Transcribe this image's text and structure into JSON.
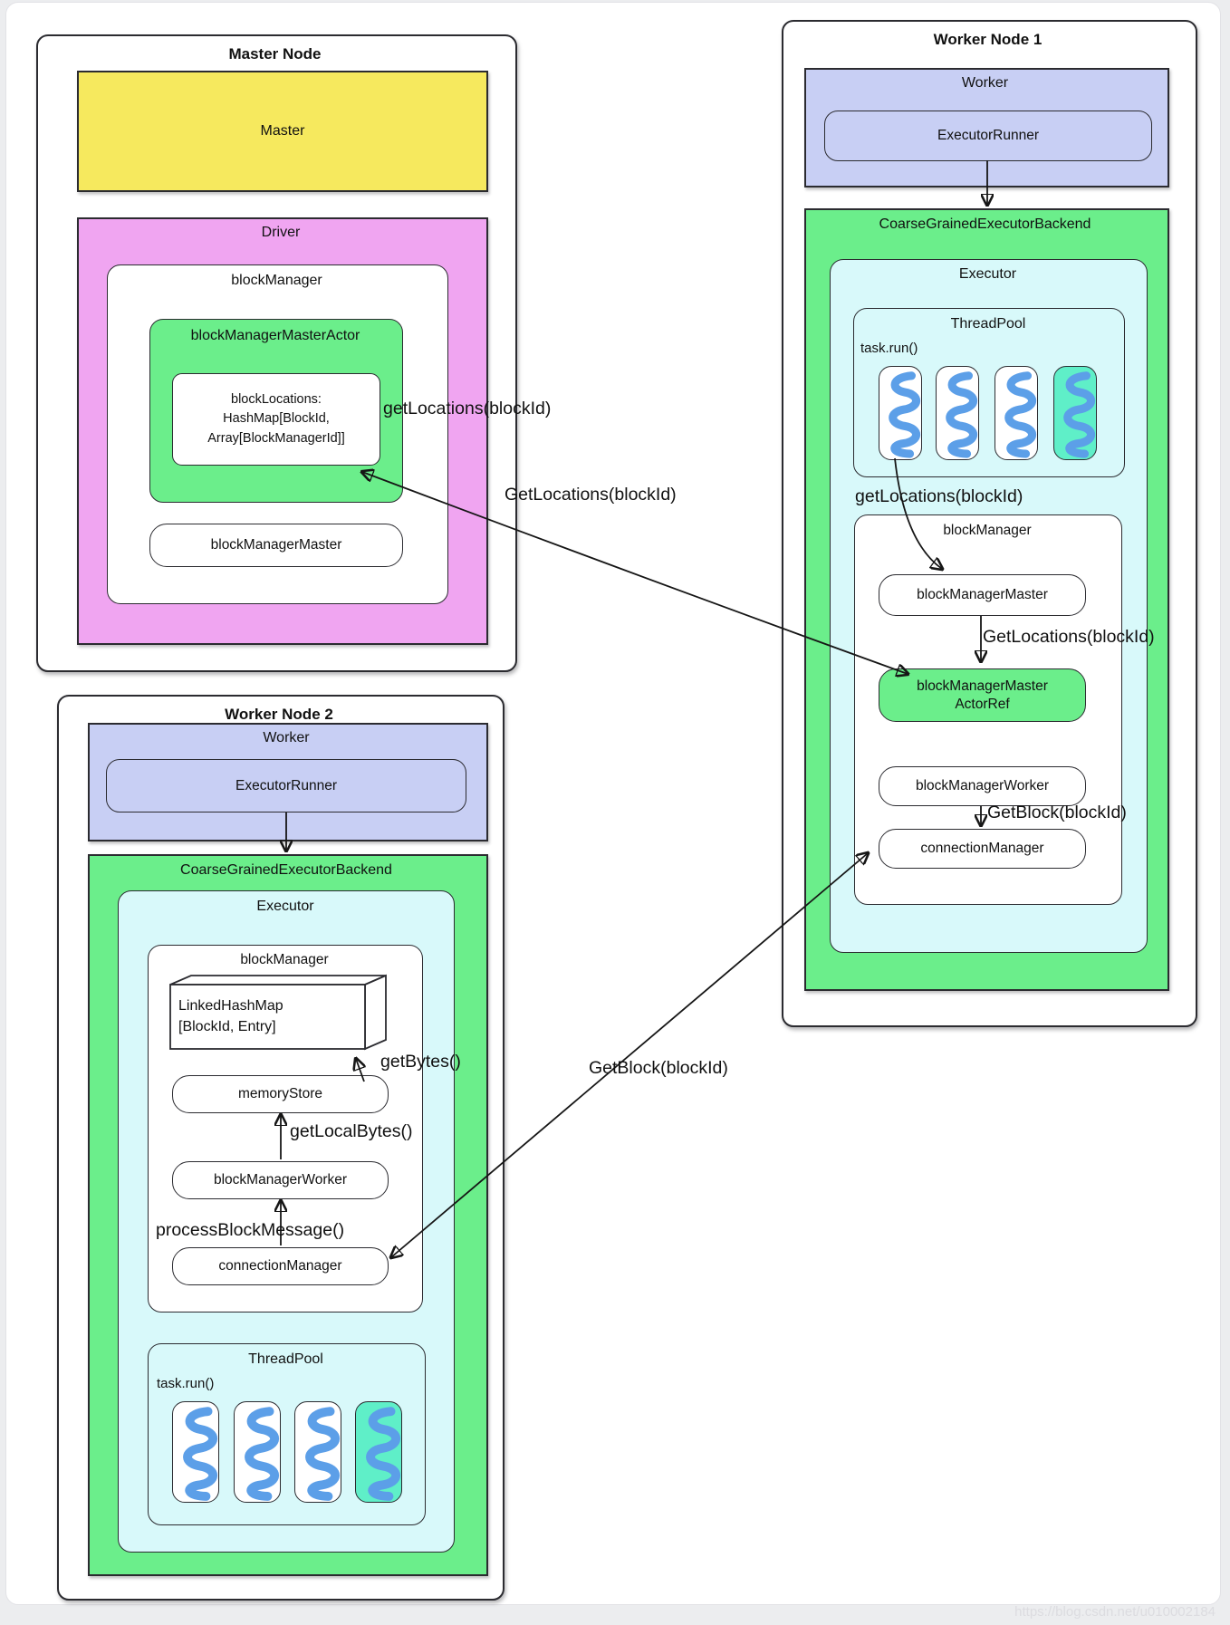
{
  "watermark": "https://blog.csdn.net/u010002184",
  "colors": {
    "yellow": "#F6E95E",
    "violet": "#F0A5F1",
    "green": "#6BEE8B",
    "lavender": "#C8CFF4",
    "cyan": "#D8F9FA",
    "teal": "#5FEFC8",
    "wave": "#5C9FE8"
  },
  "icons": {
    "thread": "spring-wave-icon"
  },
  "edge_labels": {
    "get_locations_call": "getLocations(blockId)",
    "get_locations_message": "GetLocations(blockId)",
    "get_block_message": "GetBlock(blockId)"
  },
  "master_node": {
    "title": "Master Node",
    "master": "Master",
    "driver": "Driver",
    "block_manager": "blockManager",
    "block_manager_master_actor": "blockManagerMasterActor",
    "block_locations": [
      "blockLocations:",
      "HashMap[BlockId,",
      "Array[BlockManagerId]]"
    ],
    "block_manager_master": "blockManagerMaster"
  },
  "worker_node_1": {
    "title": "Worker Node 1",
    "worker": "Worker",
    "executor_runner": "ExecutorRunner",
    "backend": "CoarseGrainedExecutorBackend",
    "executor": "Executor",
    "thread_pool": "ThreadPool",
    "task_run": "task.run()",
    "get_locations_call": "getLocations(blockId)",
    "block_manager": "blockManager",
    "block_manager_master": "blockManagerMaster",
    "get_locations_message": "GetLocations(blockId)",
    "actor_ref": [
      "blockManagerMaster",
      "ActorRef"
    ],
    "block_manager_worker": "blockManagerWorker",
    "get_block_message": "GetBlock(blockId)",
    "connection_manager": "connectionManager"
  },
  "worker_node_2": {
    "title": "Worker Node 2",
    "worker": "Worker",
    "executor_runner": "ExecutorRunner",
    "backend": "CoarseGrainedExecutorBackend",
    "executor": "Executor",
    "block_manager": "blockManager",
    "linked_hash_map": [
      "LinkedHashMap",
      "[BlockId, Entry]"
    ],
    "get_bytes": "getBytes()",
    "memory_store": "memoryStore",
    "get_local_bytes": "getLocalBytes()",
    "block_manager_worker": "blockManagerWorker",
    "process_block_message": "processBlockMessage()",
    "connection_manager": "connectionManager",
    "thread_pool": "ThreadPool",
    "task_run": "task.run()"
  }
}
